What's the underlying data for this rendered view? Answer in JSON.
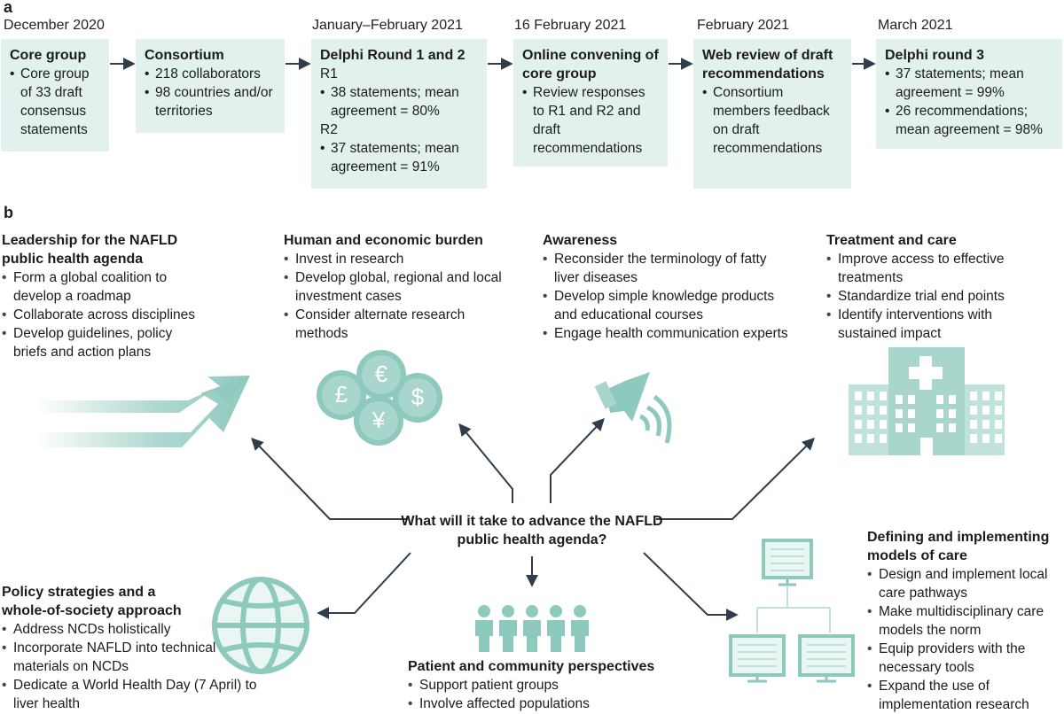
{
  "panel_a": {
    "letter": "a",
    "steps": [
      {
        "date": "December 2020",
        "title": "Core group",
        "items": [
          "Core group of 33 draft consensus statements"
        ]
      },
      {
        "date": "",
        "title": "Consortium",
        "items": [
          "218 collaborators",
          "98 countries and/or territories"
        ]
      },
      {
        "date": "January–February 2021",
        "title": "Delphi Round 1 and 2",
        "r1": "R1",
        "r1_item": "38 statements; mean agreement = 80%",
        "r2": "R2",
        "r2_item": "37 statements; mean agreement = 91%"
      },
      {
        "date": "16 February 2021",
        "title": "Online convening of core group",
        "items": [
          "Review responses to R1 and R2 and draft recommendations"
        ]
      },
      {
        "date": "February 2021",
        "title": "Web review of draft recommendations",
        "items": [
          "Consortium members feedback on draft recommendations"
        ]
      },
      {
        "date": "March 2021",
        "title": "Delphi round 3",
        "items": [
          "37 statements; mean agreement = 99%",
          "26 recommendations; mean agreement = 98%"
        ]
      }
    ]
  },
  "panel_b": {
    "letter": "b",
    "center_question": "What will it take to advance the NAFLD public health agenda?",
    "leadership": {
      "title": "Leadership for the NAFLD public health agenda",
      "items": [
        "Form a global coalition to develop a roadmap",
        "Collaborate across disciplines",
        "Develop guidelines, policy briefs and action plans"
      ]
    },
    "burden": {
      "title": "Human and economic burden",
      "items": [
        "Invest in research",
        "Develop global, regional and local investment cases",
        "Consider alternate research methods"
      ]
    },
    "awareness": {
      "title": "Awareness",
      "items": [
        "Reconsider the terminology of fatty liver diseases",
        "Develop simple knowledge products and educational courses",
        "Engage health communication experts"
      ]
    },
    "treatment": {
      "title": "Treatment and care",
      "items": [
        "Improve  access to effective treatments",
        "Standardize trial end points",
        "Identify interventions with sustained impact"
      ]
    },
    "policy": {
      "title": "Policy strategies and a whole-of-society approach",
      "items": [
        "Address NCDs holistically",
        "Incorporate NAFLD into technical materials on NCDs",
        "Dedicate a World Health Day (7 April) to liver health"
      ]
    },
    "patient": {
      "title": "Patient and community perspectives",
      "items": [
        "Support patient groups",
        "Involve affected populations"
      ]
    },
    "models": {
      "title": "Defining and implementing models of care",
      "items": [
        "Design and implement local care pathways",
        "Make multidisciplinary care models the norm",
        "Equip providers with the necessary tools",
        "Expand the use of implementation research"
      ]
    },
    "coin_symbols": [
      "€",
      "£",
      "$",
      "¥"
    ]
  },
  "colors": {
    "box_fill": "#e3f1ee",
    "accent": "#8ec9bd",
    "accent_light": "#bfe2da",
    "arrow": "#2f3e4a"
  },
  "icons": [
    "upward-arrow-icon",
    "coins-icon",
    "megaphone-icon",
    "hospital-icon",
    "globe-icon",
    "people-icon",
    "network-computers-icon"
  ]
}
